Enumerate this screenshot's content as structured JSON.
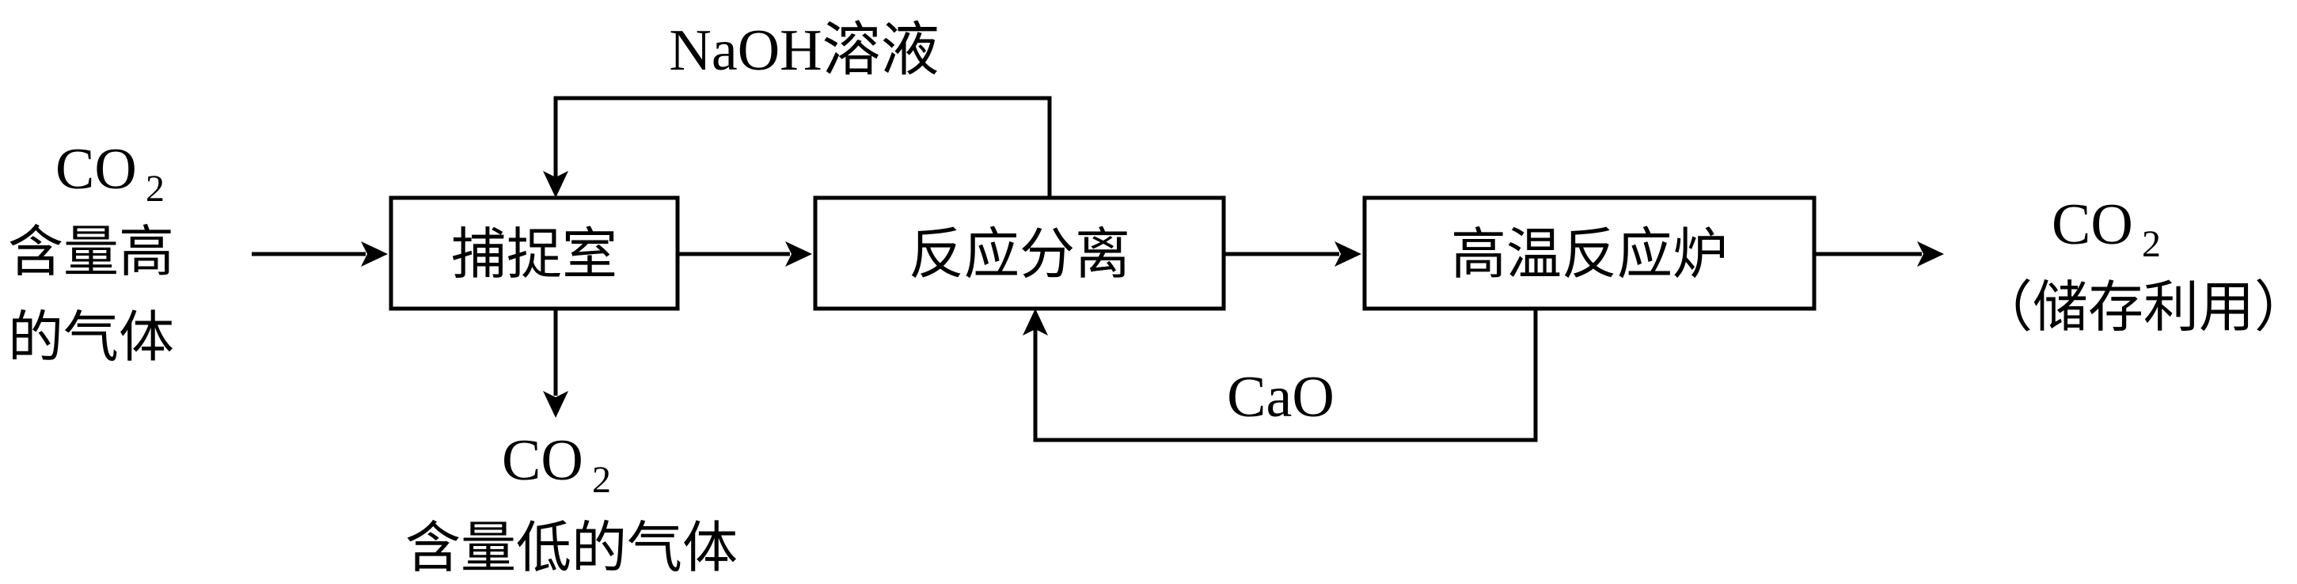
{
  "input": {
    "formula": "CO",
    "subscript": "2",
    "line1": "含量高",
    "line2": "的气体"
  },
  "boxes": {
    "capture": "捕捉室",
    "separation": "反应分离",
    "furnace": "高温反应炉"
  },
  "loops": {
    "naoh": "NaOH溶液",
    "cao": "CaO"
  },
  "low_output": {
    "formula": "CO",
    "subscript": "2",
    "text": "含量低的气体"
  },
  "output": {
    "formula": "CO",
    "subscript": "2",
    "text": "（储存利用）"
  }
}
